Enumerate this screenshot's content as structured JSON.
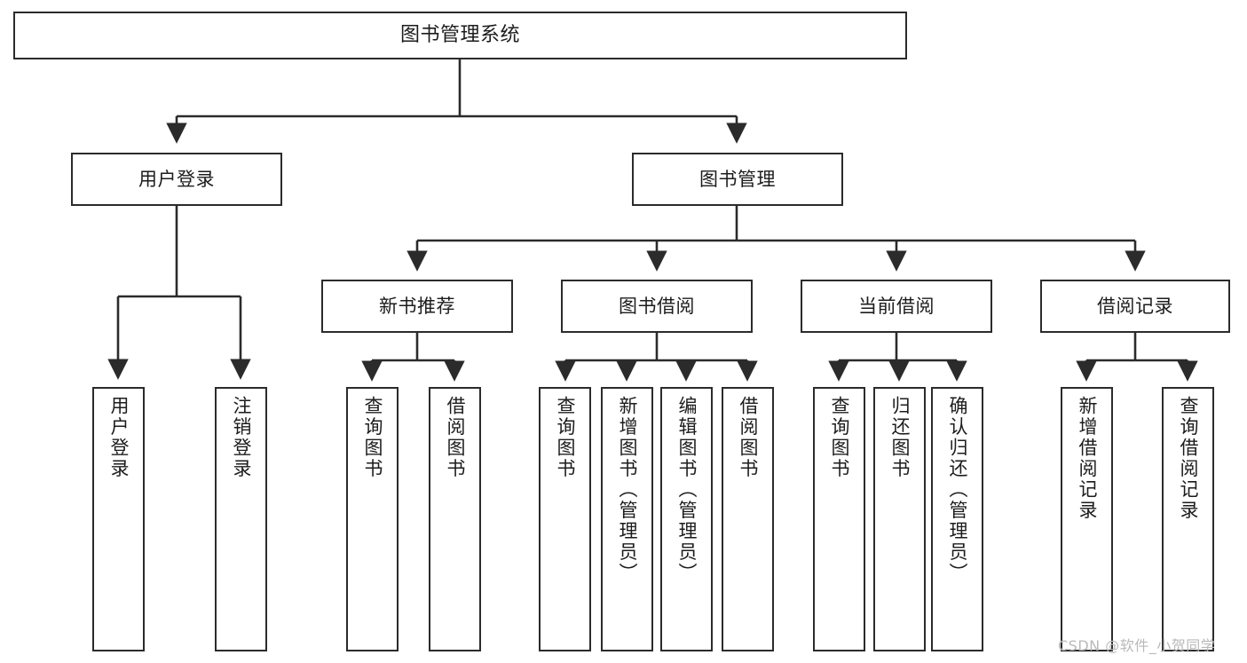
{
  "diagram": {
    "type": "tree-hierarchy",
    "title": "图书管理系统",
    "watermark": "CSDN @软件_小贺同学",
    "colors": {
      "border": "#2b2b2b",
      "background": "#ffffff",
      "text": "#1c1c1c",
      "connector": "#2b2b2b",
      "watermark": "#b9b9b9"
    },
    "levels": {
      "root": {
        "label": "图书管理系统"
      },
      "level2": [
        {
          "label": "用户登录"
        },
        {
          "label": "图书管理"
        }
      ],
      "level3": [
        {
          "label": "新书推荐"
        },
        {
          "label": "图书借阅"
        },
        {
          "label": "当前借阅"
        },
        {
          "label": "借阅记录"
        }
      ],
      "leaves_user_login": [
        {
          "label": "用户登录"
        },
        {
          "label": "注销登录"
        }
      ],
      "leaves_new_book": [
        {
          "label": "查询图书"
        },
        {
          "label": "借阅图书"
        }
      ],
      "leaves_borrow": [
        {
          "label": "查询图书"
        },
        {
          "label": "新增图书（管理员）"
        },
        {
          "label": "编辑图书（管理员）"
        },
        {
          "label": "借阅图书"
        }
      ],
      "leaves_current": [
        {
          "label": "查询图书"
        },
        {
          "label": "归还图书"
        },
        {
          "label": "确认归还（管理员）"
        }
      ],
      "leaves_records": [
        {
          "label": "新增借阅记录"
        },
        {
          "label": "查询借阅记录"
        }
      ]
    }
  }
}
